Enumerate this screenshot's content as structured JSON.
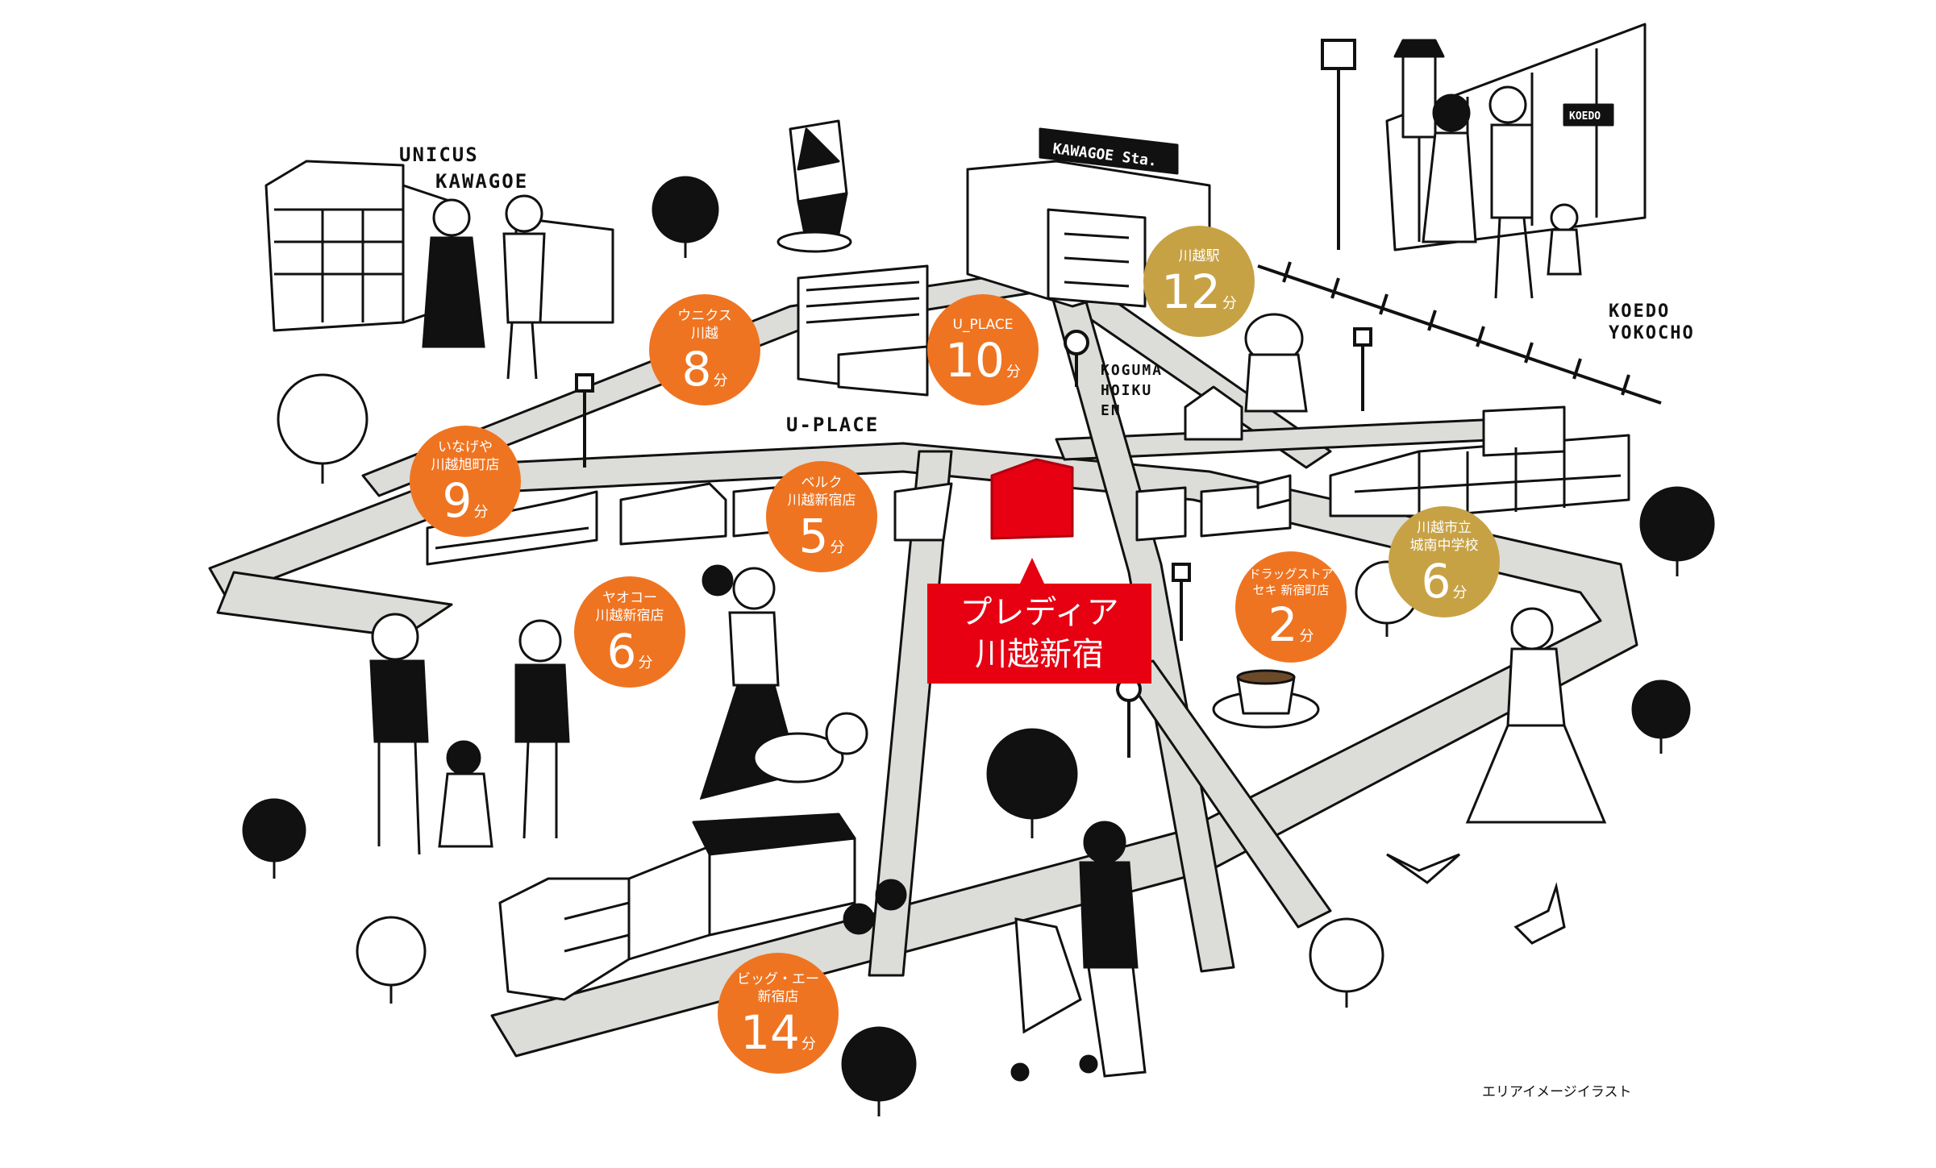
{
  "landmark_labels": {
    "unicus_kawagoe": [
      "UNICUS",
      "KAWAGOE"
    ],
    "kawagoe_sta_sign": "KAWAGOE Sta.",
    "u_place": "U-PLACE",
    "koguma_hoiku_en": [
      "KOGUMA",
      "HOIKU",
      "EN"
    ],
    "koedo_yokocho": [
      "KOEDO",
      "YOKOCHO"
    ],
    "koedo_sign": "KOEDO"
  },
  "destination": {
    "label_line1": "プレディア",
    "label_line2": "川越新宿",
    "color": "#e60012"
  },
  "spots": [
    {
      "id": "unicus",
      "name": "ウニクス\n川越",
      "minutes": "8",
      "unit": "分",
      "color": "orange"
    },
    {
      "id": "uplace",
      "name": "U_PLACE",
      "minutes": "10",
      "unit": "分",
      "color": "orange"
    },
    {
      "id": "kawagoe-station",
      "name": "川越駅",
      "minutes": "12",
      "unit": "分",
      "color": "gold"
    },
    {
      "id": "inageya",
      "name": "いなげや\n川越旭町店",
      "minutes": "9",
      "unit": "分",
      "color": "orange"
    },
    {
      "id": "belc",
      "name": "ベルク\n川越新宿店",
      "minutes": "5",
      "unit": "分",
      "color": "orange"
    },
    {
      "id": "yaoko",
      "name": "ヤオコー\n川越新宿店",
      "minutes": "6",
      "unit": "分",
      "color": "orange"
    },
    {
      "id": "drugstore-seki",
      "name": "ドラッグストア\nセキ 新宿町店",
      "minutes": "2",
      "unit": "分",
      "color": "orange"
    },
    {
      "id": "jonan-junior-high",
      "name": "川越市立\n城南中学校",
      "minutes": "6",
      "unit": "分",
      "color": "gold"
    },
    {
      "id": "big-a",
      "name": "ビッグ・エー\n新宿店",
      "minutes": "14",
      "unit": "分",
      "color": "orange"
    }
  ],
  "colors": {
    "orange": "#ef7421",
    "gold": "#c7a245",
    "road": "#dcdcd8",
    "ink": "#111111"
  },
  "caption": "エリアイメージイラスト"
}
